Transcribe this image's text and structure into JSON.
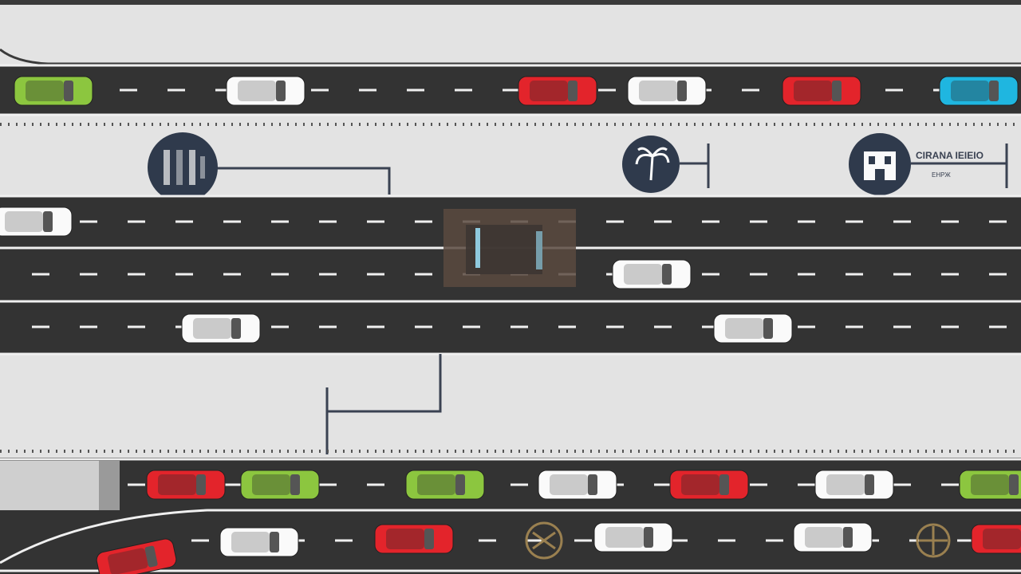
{
  "colors": {
    "asphalt": "#333333",
    "median": "#e3e3e3",
    "lane_marking": "#f0f0f0",
    "sign_navy": "#2f3a4c",
    "car_white": "#fafafa",
    "car_red": "#e3242b",
    "car_green": "#8cc63f",
    "car_blue": "#1fb6e0"
  },
  "signs": [
    {
      "icon": "pedestrian-crossing-icon"
    },
    {
      "icon": "palm-tree-icon"
    },
    {
      "icon": "building-icon",
      "text": "CIRANA IEIEIO",
      "subtext": "ЕНРЖ"
    }
  ],
  "road_markers": [
    {
      "icon": "no-entry-icon"
    },
    {
      "icon": "crosshair-icon"
    }
  ],
  "vehicles": [
    {
      "road": "top-road",
      "color": "green"
    },
    {
      "road": "top-road",
      "color": "white"
    },
    {
      "road": "top-road",
      "color": "red"
    },
    {
      "road": "top-road",
      "color": "white"
    },
    {
      "road": "top-road",
      "color": "red"
    },
    {
      "road": "top-road",
      "color": "blue"
    },
    {
      "road": "middle-lane-1",
      "color": "white"
    },
    {
      "road": "middle-lane-2",
      "color": "white"
    },
    {
      "road": "middle-lane-3",
      "color": "white"
    },
    {
      "road": "middle-lane-3",
      "color": "white"
    },
    {
      "road": "bottom-lane-1",
      "color": "red"
    },
    {
      "road": "bottom-lane-1",
      "color": "green"
    },
    {
      "road": "bottom-lane-1",
      "color": "green"
    },
    {
      "road": "bottom-lane-1",
      "color": "white"
    },
    {
      "road": "bottom-lane-1",
      "color": "red"
    },
    {
      "road": "bottom-lane-1",
      "color": "white"
    },
    {
      "road": "bottom-lane-1",
      "color": "green"
    },
    {
      "road": "bottom-lane-2",
      "color": "red"
    },
    {
      "road": "bottom-lane-2",
      "color": "white"
    },
    {
      "road": "bottom-lane-2",
      "color": "red"
    },
    {
      "road": "bottom-lane-2",
      "color": "white"
    },
    {
      "road": "bottom-lane-2",
      "color": "white"
    },
    {
      "road": "bottom-lane-2",
      "color": "red"
    }
  ]
}
